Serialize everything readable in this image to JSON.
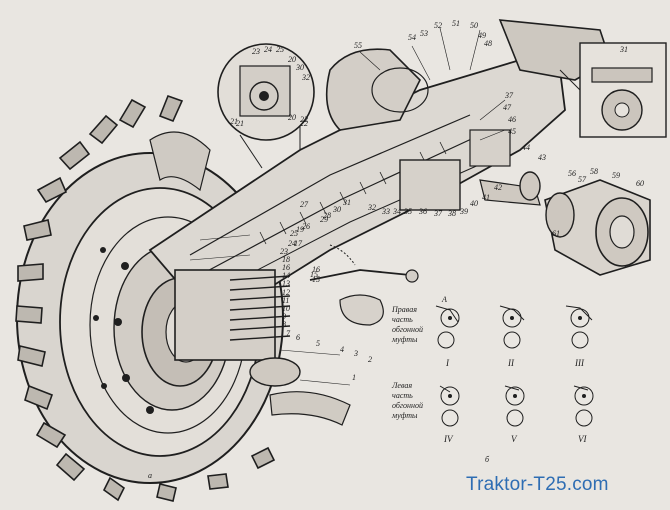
{
  "callouts_upper": [
    "55",
    "54",
    "53",
    "52",
    "51",
    "50",
    "49",
    "48",
    "31"
  ],
  "callouts_right": [
    "37",
    "47",
    "46",
    "45",
    "44",
    "43"
  ],
  "callouts_shaft": [
    "27",
    "30",
    "31",
    "32",
    "33",
    "34",
    "35",
    "36",
    "37",
    "38",
    "39",
    "40",
    "41",
    "42"
  ],
  "callouts_left": [
    "26",
    "25",
    "24",
    "23",
    "22",
    "21",
    "20",
    "19",
    "18",
    "17",
    "16",
    "15",
    "14",
    "13",
    "12",
    "11",
    "10",
    "9",
    "8",
    "7",
    "6",
    "5",
    "4",
    "3",
    "2",
    "1"
  ],
  "callouts_hub": [
    "56",
    "57",
    "58",
    "59",
    "60",
    "61"
  ],
  "callouts_inset": [
    "23",
    "24",
    "25",
    "20",
    "30",
    "32",
    "22",
    "21",
    "28"
  ],
  "callouts_linkage": [
    "16",
    "15"
  ],
  "callouts_small": [
    "29"
  ],
  "diagram_caption_right": [
    "Правая",
    "часть",
    "обгонной",
    "муфты"
  ],
  "diagram_caption_left": [
    "Левая",
    "часть",
    "обгонной",
    "муфты"
  ],
  "diagram_labels_top": [
    "I",
    "II",
    "III"
  ],
  "diagram_labels_bottom": [
    "IV",
    "V",
    "VI"
  ],
  "small_mark": "A",
  "sub_label_a": "а",
  "sub_label_b": "б",
  "watermark": "Traktor-T25.com",
  "colors": {
    "paper": "#e9e6e1",
    "ink": "#1f1f1f",
    "watermark": "#2e6db3"
  }
}
